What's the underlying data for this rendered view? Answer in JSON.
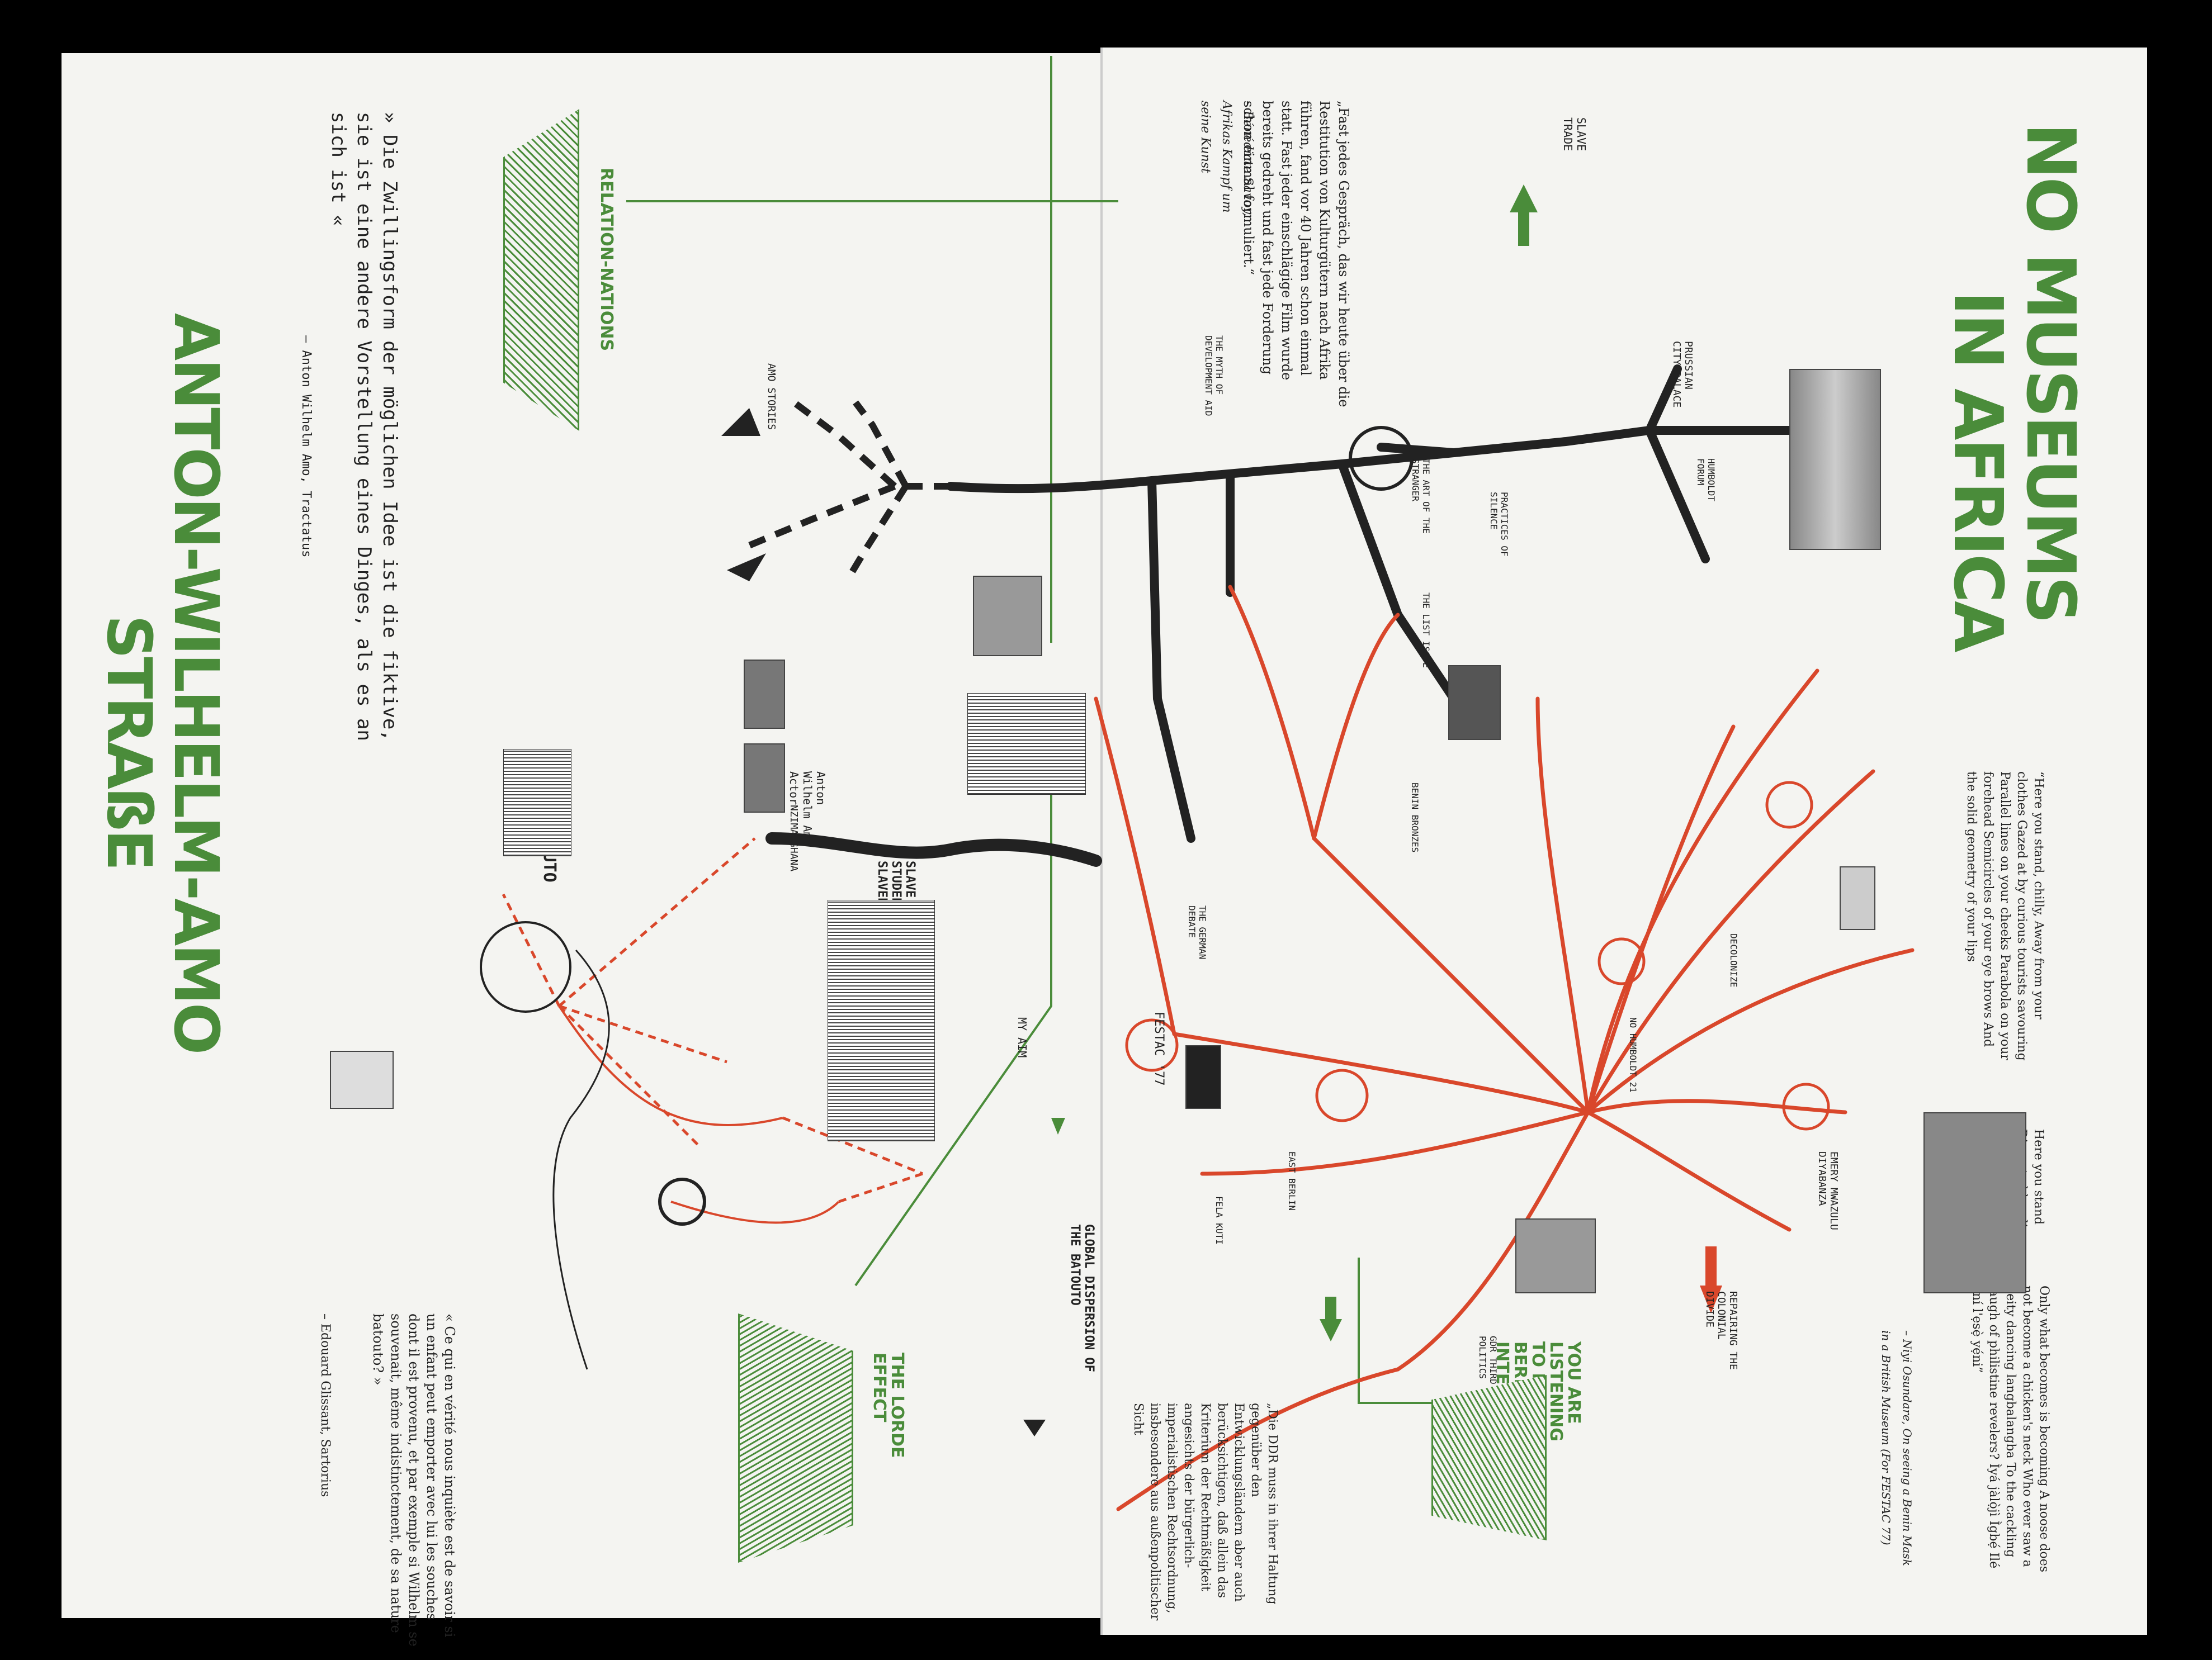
{
  "left_page": {
    "title": "ANTON-WILHELM-AMO STRAßE",
    "title_line1": "ANTON-WILHELM-AMO",
    "title_line2": "STRAßE",
    "quote_de": "» Die Zwillingsform der möglichen Idee ist die fiktive, sie ist eine andere Vorstellung eines Dinges, als es an sich ist «",
    "quote_de_attr": "– Anton Wilhelm Amo, Tractatus",
    "quote_fr": "« Ce qui en vérité nous inquiète est de savoir si un enfant peut emporter avec lui les souches dont il est provenu, et par exemple si Wilhelm se souvenait, même indistinctement, de sa nature batouto? »",
    "quote_fr_attr": "– Edouard Glissant, Sartorius",
    "labels": {
      "relation_nations": "RELATION-NATIONS",
      "lorde_effect": "THE LORDE EFFECT",
      "the_batouto": "THE BATOUTO",
      "global_dispersion": "GLOBAL DISPERSION OF THE BATOUTO",
      "slave_student_slavery": "SLAVE STUDENT SLAVERY",
      "amo_stories": "AMO STORIES",
      "anton_wilhelm_amo_actor": "Anton Wilhelm Amo Actor",
      "nzima_ghana": "NZIMA GHANA",
      "my_aim": "MY AIM"
    }
  },
  "right_page": {
    "title": "NO MUSEUMS IN AFRICA",
    "title_line1": "NO MUSEUMS",
    "title_line2": "IN AFRICA",
    "quote_savoy": "„Fast jedes Gespräch, das wir heute über die Restitution von Kulturgütern nach Afrika führen, fand vor 40 Jahren schon einmal statt. Fast jeder einschlägige Film wurde bereits gedreht und fast jede Forderung schon einmal formuliert.“",
    "quote_savoy_attr": "– Bénédicte Savoy, Afrikas Kampf um seine Kunst",
    "poem_1": "“Here you stand, chilly, Away from your clothes Gazed at by curious tourists savouring Parallel lines on your cheeks Parabola on your forehead Semicircles of your eye brows And the solid geometry of your lips",
    "poem_2": "Here you stand Dissected by alien eyes.",
    "poem_3": "Only what becomes is becoming A noose does not become a chicken's neck Who ever saw a deity dancing langbalangba To the cackling laugh of philistine revelers? Ìyá jàlọ̀jì Ìgbẹ́ Ilé ení l'ẹsẹ̀ yẹ́ni”",
    "poem_attr": "– Niyi Osundare, On seeing a Benin Mask in a British Museum (For FESTAC 77)",
    "quote_ddr": "„Die DDR muss in ihrer Haltung gegenüber den Entwicklungsländern aber auch berücksichtigen, daß allein das Kriterium der Rechtmäßigkeit angesichts der bürgerlich-imperialistischen Rechtsordnung, insbesondere aus außenpolitischer Sicht",
    "labels": {
      "slave_trade": "SLAVE TRADE",
      "you_are_listening": "YOU ARE LISTENING TO RADIO BERLIN INTERNATIONAL",
      "repairing": "REPAIRING THE COLONIAL DIVIDE",
      "festac": "FESTAC '77",
      "prussian_palace": "PRUSSIAN CITY PALACE",
      "humboldt_forum": "HUMBOLDT FORUM",
      "the_art_of_the_stranger": "THE ART OF THE STRANGER",
      "the_list_issue": "THE LIST ISSUE",
      "practices_of_silence": "PRACTICES OF SILENCE",
      "benin_bronzes": "BENIN BRONZES",
      "the_myth_of_development_aid": "THE MYTH OF DEVELOPMENT AID",
      "emery": "EMERY MWAZULU DIYABANZA",
      "gdr_third_world": "GDR THIRD WORLD POLITICS",
      "fela_kuti": "FELA KUTI",
      "east_berlin": "EAST BERLIN",
      "decolonize": "DECOLONIZE",
      "no_humboldt": "NO HUMBOLDT 21",
      "german_debate": "THE GERMAN DEBATE"
    }
  },
  "colors": {
    "green": "#4a8c3a",
    "red": "#d9472b",
    "ink": "#222222",
    "paper": "#f4f4f1"
  }
}
